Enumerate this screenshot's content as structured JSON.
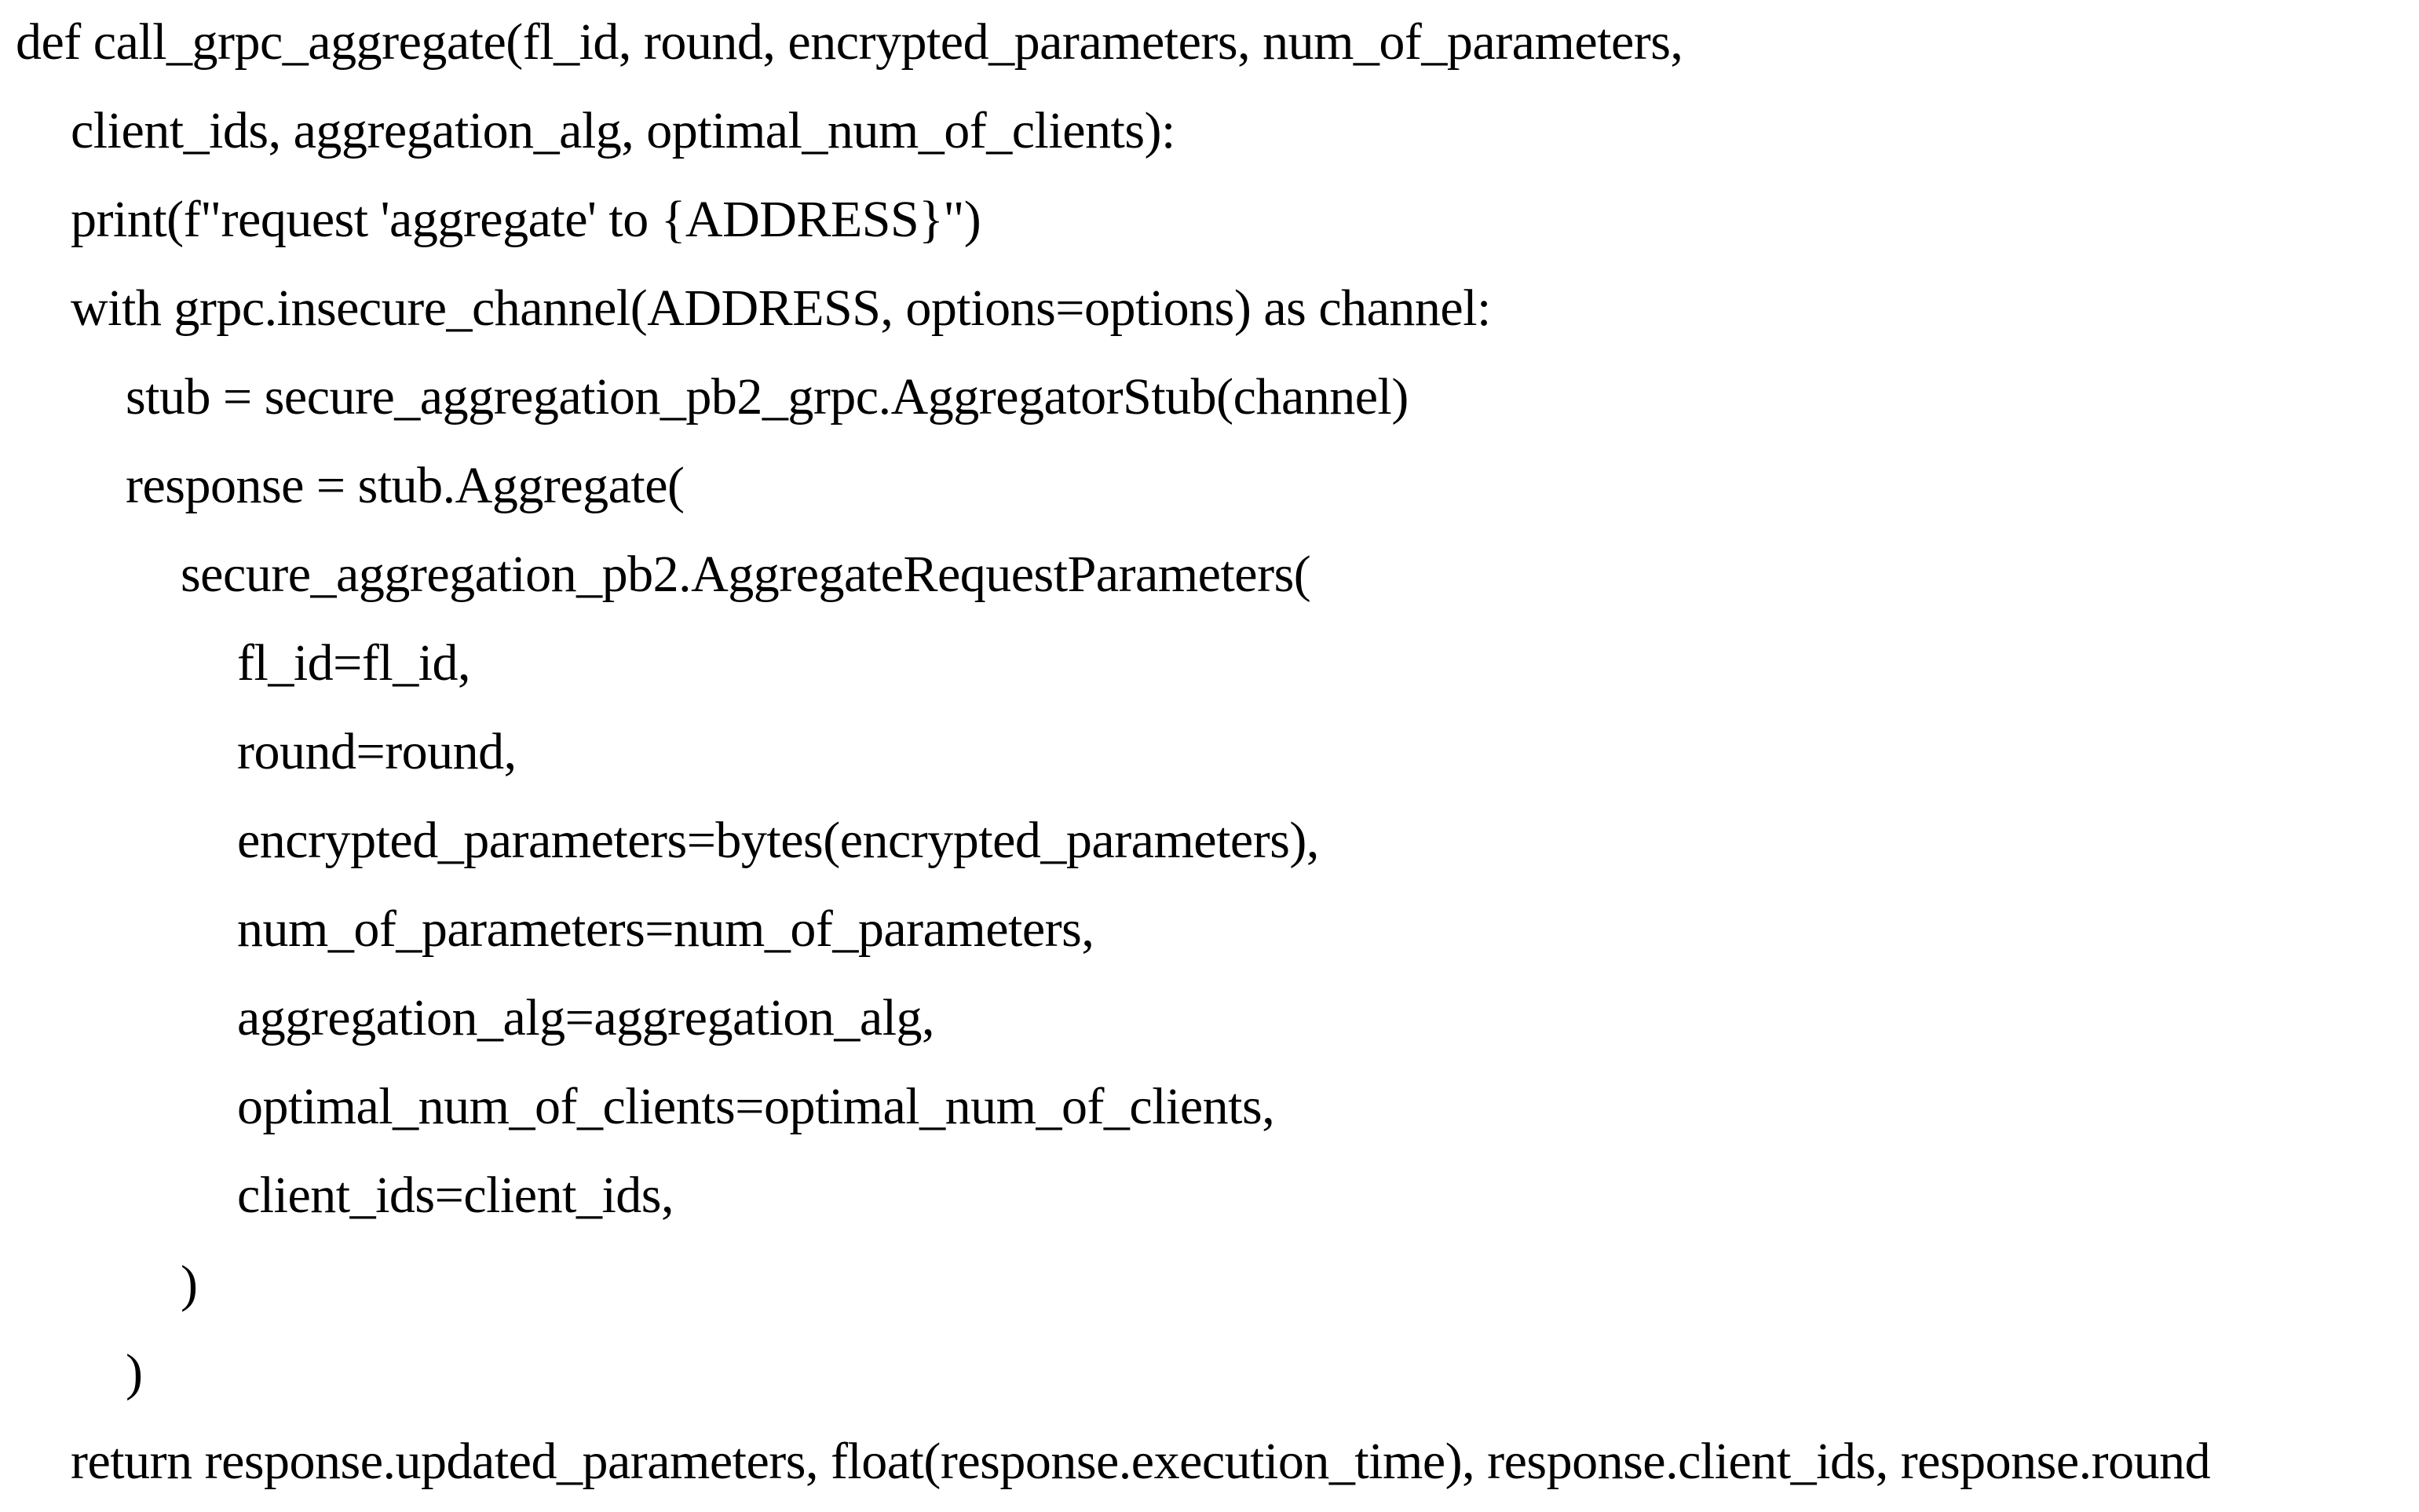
{
  "code": {
    "lines": [
      "def call_grpc_aggregate(fl_id, round, encrypted_parameters, num_of_parameters,",
      "client_ids, aggregation_alg, optimal_num_of_clients):",
      "print(f\"request 'aggregate' to {ADDRESS}\")",
      "with grpc.insecure_channel(ADDRESS, options=options) as channel:",
      "stub = secure_aggregation_pb2_grpc.AggregatorStub(channel)",
      "response = stub.Aggregate(",
      "secure_aggregation_pb2.AggregateRequestParameters(",
      "fl_id=fl_id,",
      "round=round,",
      "encrypted_parameters=bytes(encrypted_parameters),",
      "num_of_parameters=num_of_parameters,",
      "aggregation_alg=aggregation_alg,",
      "optimal_num_of_clients=optimal_num_of_clients,",
      "client_ids=client_ids,",
      ")",
      ")",
      "return response.updated_parameters, float(response.execution_time), response.client_ids, response.round"
    ]
  }
}
